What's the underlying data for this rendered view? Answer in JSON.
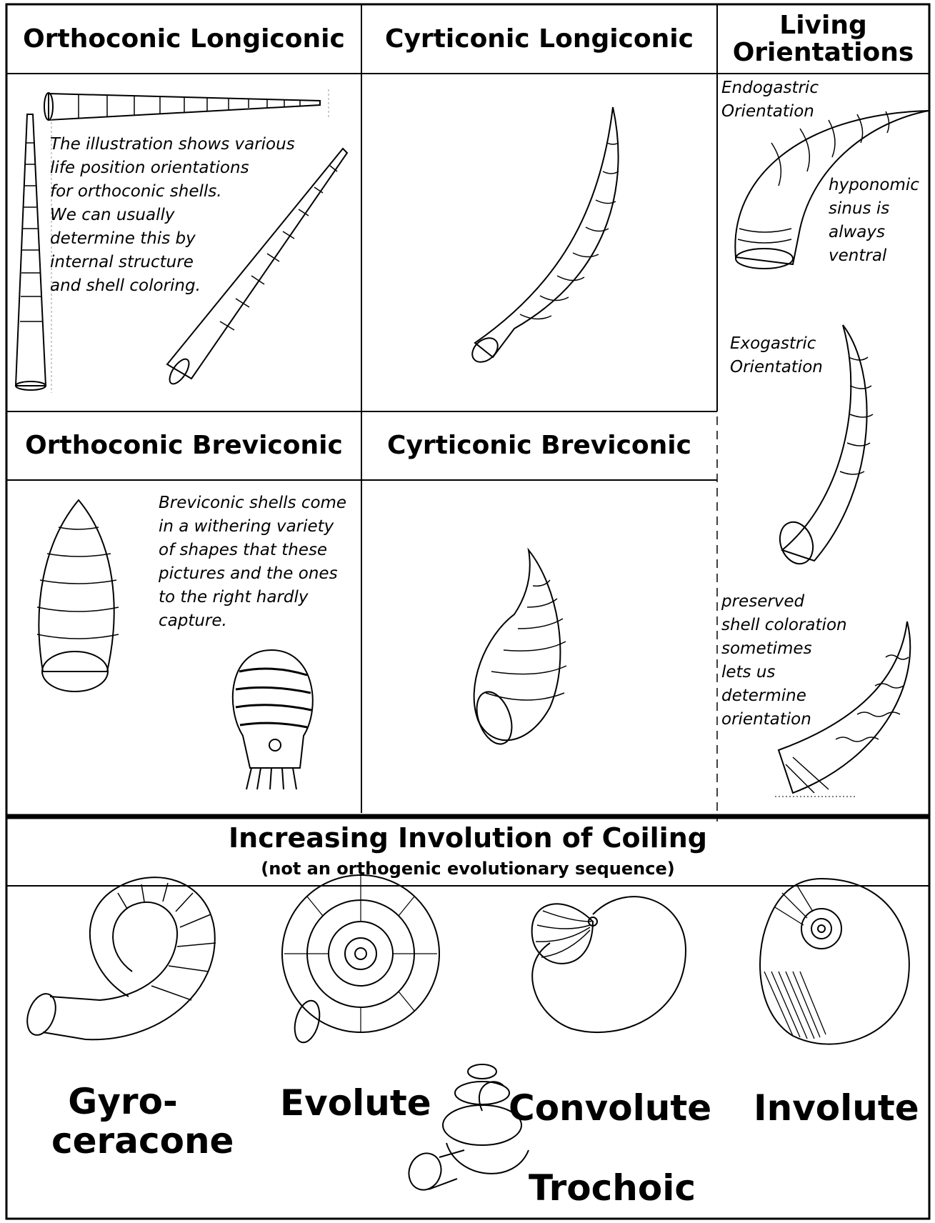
{
  "headers": {
    "orthoconic_longiconic": "Orthoconic Longiconic",
    "cyrticonic_longiconic": "Cyrticonic Longiconic",
    "living_orientations": "Living\nOrientations",
    "orthoconic_breviconic": "Orthoconic Breviconic",
    "cyrticonic_breviconic": "Cyrticonic Breviconic",
    "coiling_title": "Increasing Involution of Coiling",
    "coiling_subtitle": "(not an orthogenic evolutionary sequence)"
  },
  "notes": {
    "longiconic": "The illustration shows various\nlife position orientations\nfor orthoconic shells.\nWe can usually\ndetermine this by\ninternal structure\nand shell coloring.",
    "breviconic": "Breviconic shells come\nin a withering variety\nof shapes that these\npictures and the ones\nto the right hardly\ncapture.",
    "endogastric": "Endogastric\nOrientation",
    "hyponomic": "hyponomic\nsinus is\nalways\nventral",
    "exogastric": "Exogastric\nOrientation",
    "coloration": "preserved\nshell coloration\nsometimes\nlets us\ndetermine\norientation"
  },
  "coil_labels": {
    "gyroceracone": "Gyro-\nceracone",
    "evolute": "Evolute",
    "convolute": "Convolute",
    "involute": "Involute",
    "trochoic": "Trochoic"
  }
}
